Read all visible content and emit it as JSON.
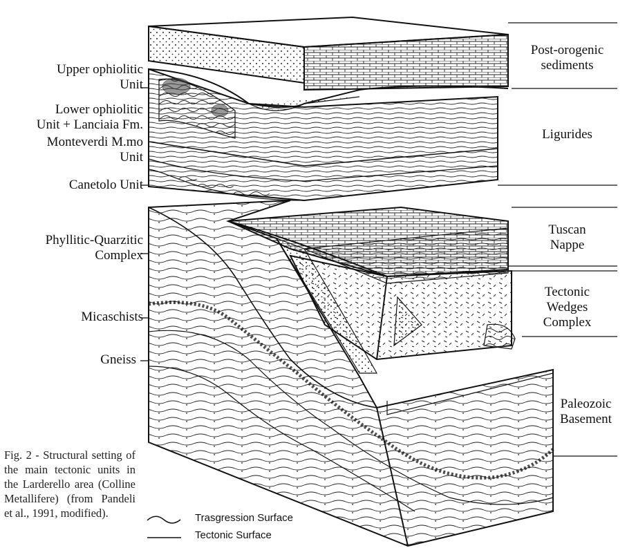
{
  "left_labels": {
    "upper_ophiolitic": [
      "Upper ophiolitic",
      "Unit"
    ],
    "lower_ophiolitic": [
      "Lower ophiolitic",
      "Unit + Lanciaia Fm."
    ],
    "monteverdi": [
      "Monteverdi M.mo",
      "Unit"
    ],
    "canetolo": "Canetolo Unit",
    "phyllitic": [
      "Phyllitic-Quarzitic",
      "Complex"
    ],
    "micaschists": "Micaschists",
    "gneiss": "Gneiss"
  },
  "right_labels": {
    "post_orogenic": [
      "Post-orogenic",
      "sediments"
    ],
    "ligurides": "Ligurides",
    "tuscan_nappe": [
      "Tuscan",
      "Nappe"
    ],
    "tectonic_wedges": [
      "Tectonic",
      "Wedges",
      "Complex"
    ],
    "paleozoic": [
      "Paleozoic",
      "Basement"
    ]
  },
  "caption": "Fig. 2 - Structural setting of the main tectonic units in the Larderello area (Colline Metallifere) (from Pandeli et al., 1991, modified).",
  "legend": {
    "trasgression": "Trasgression Surface",
    "tectonic": "Tectonic Surface"
  }
}
